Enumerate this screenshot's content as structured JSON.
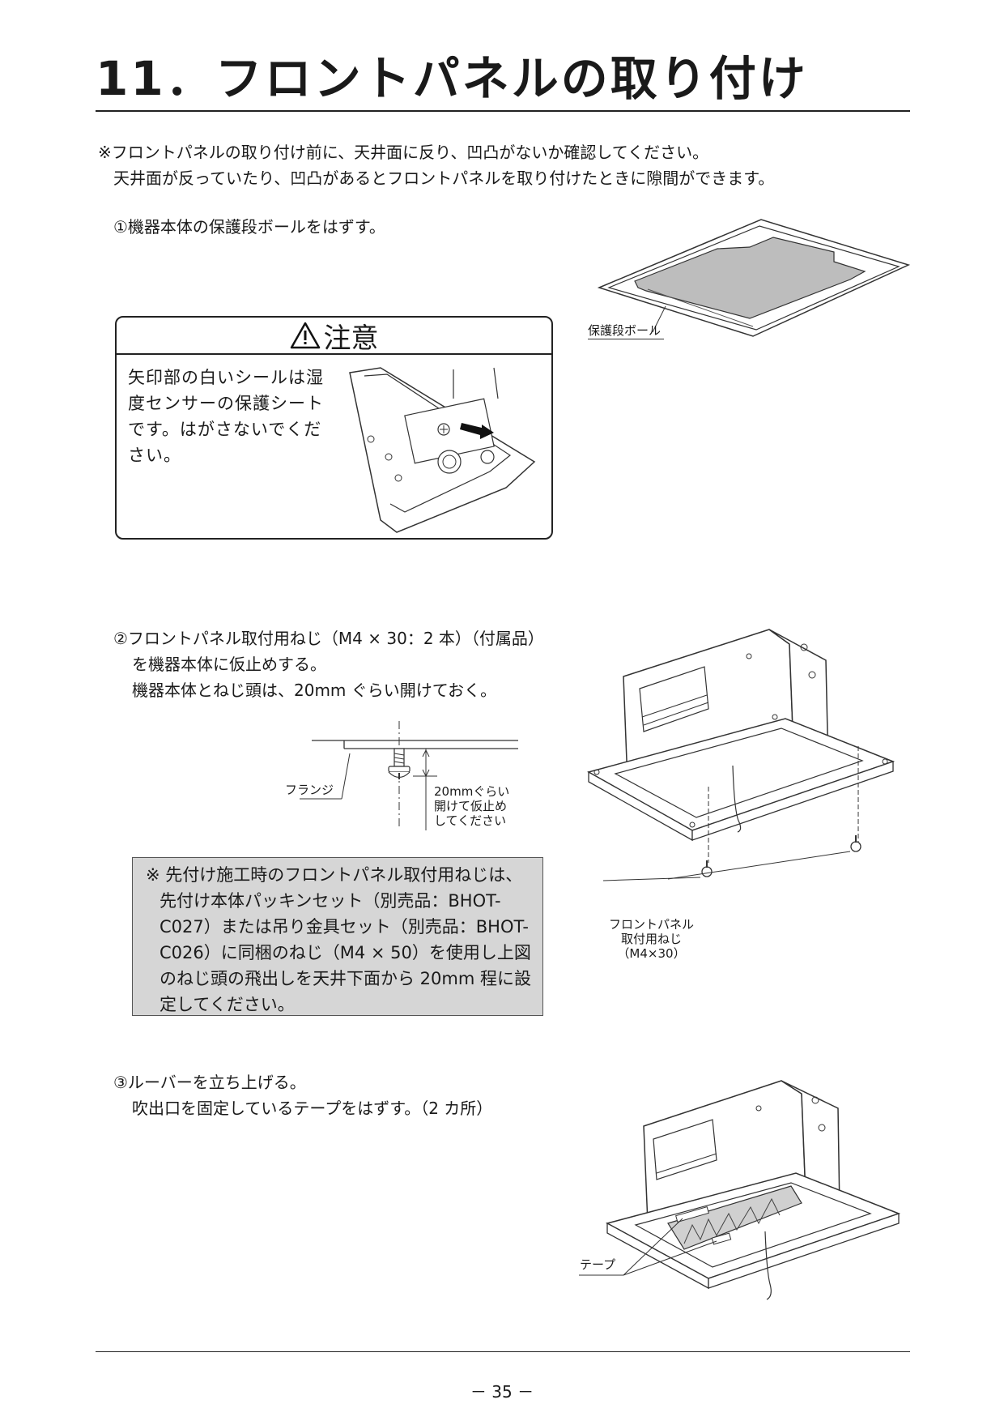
{
  "title": "11．フロントパネルの取り付け",
  "intro": {
    "line1": "※フロントパネルの取り付け前に、天井面に反り、凹凸がないか確認してください。",
    "line2": "天井面が反っていたり、凹凸があるとフロントパネルを取り付けたときに隙間ができます。"
  },
  "step1": {
    "text": "①機器本体の保護段ボールをはずす。",
    "figure_label": "保護段ボール"
  },
  "caution": {
    "title": "注意",
    "lines": [
      "矢印部の白いシールは湿",
      "度センサーの保護シート",
      "です。はがさないでくだ",
      "さい。"
    ]
  },
  "step2": {
    "line1": "②フロントパネル取付用ねじ（M4 × 30：2 本）（付属品）",
    "line2": "を機器本体に仮止めする。",
    "line3": "機器本体とねじ頭は、20mm ぐらい開けておく。",
    "flange_label": "フランジ",
    "gap_label_lines": [
      "20mmぐらい",
      "開けて仮止め",
      "してください"
    ],
    "screw_label_lines": [
      "フロントパネル",
      "取付用ねじ",
      "（M4×30）"
    ]
  },
  "note": {
    "lines": [
      "※ 先付け施工時のフロントパネル取付用ねじは、",
      "先付け本体パッキンセット（別売品：BHOT-",
      "C027）または吊り金具セット（別売品：BHOT-",
      "C026）に同梱のねじ（M4 × 50）を使用し上図",
      "のねじ頭の飛出しを天井下面から 20mm 程に設",
      "定してください。"
    ]
  },
  "step3": {
    "line1": "③ルーバーを立ち上げる。",
    "line2": "吹出口を固定しているテープをはずす。（2 カ所）",
    "tape_label": "テープ"
  },
  "page_number": "－ 35 －"
}
